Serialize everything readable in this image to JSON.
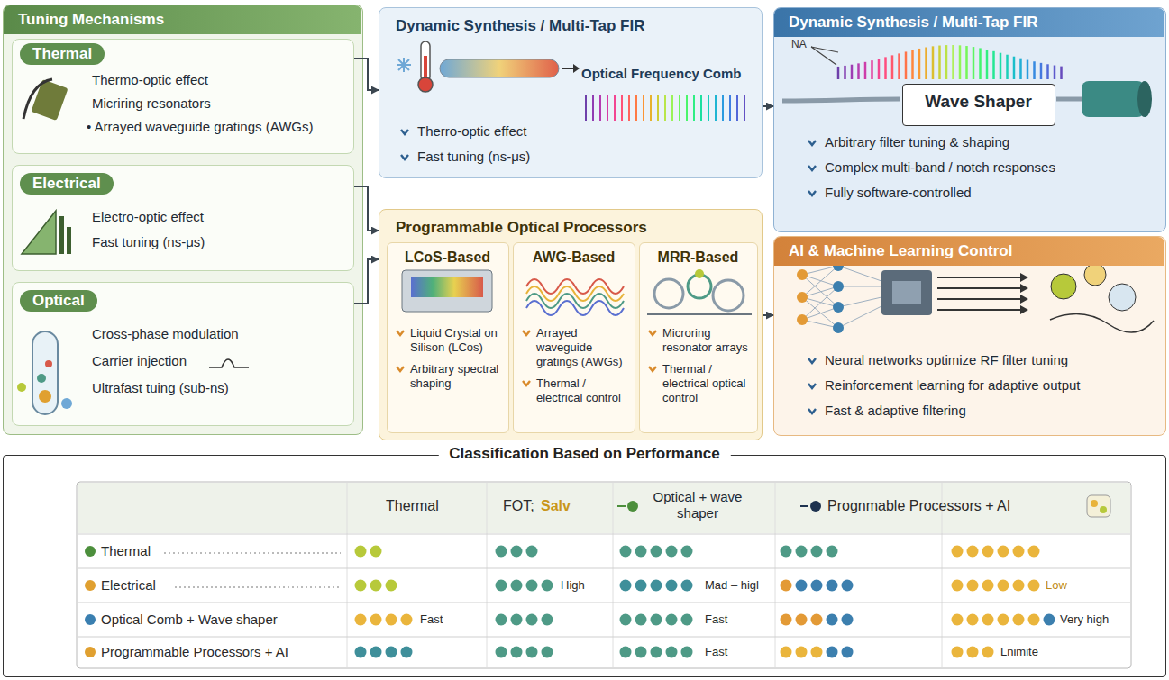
{
  "diagram": {
    "nodes": [
      {
        "text": [
          "Tuning Mechanisms"
        ]
      },
      {
        "text": [
          "Thermal",
          "Thermo-optic effect",
          "Micriring resonators",
          "• Arrayed waveguide gratings (AWGs)"
        ],
        "in": 0
      },
      {
        "text": [
          "Electrical",
          "Electro-optic effect",
          "Fast tuning (ns-μs)"
        ],
        "in": 0
      },
      {
        "text": [
          "Optical",
          "Cross-phase modulation",
          "Carrier injection",
          "Ultrafast tuing (sub-ns)"
        ],
        "in": 0
      },
      {
        "text": [
          "Dynamic Synthesis / Multi-Tap FIR",
          "Optical Frequency Comb",
          "Therro-optic effect",
          "Fast tuning (ns-μs)"
        ]
      },
      {
        "text": [
          "Dynamic Synthesis / Multi-Tap FIR",
          "Arbitrary filter tuning & shaping",
          "Complex multi-band / notch responses",
          "Fully software-controlled"
        ]
      },
      {
        "text": [
          "Wave Shaper"
        ],
        "in": 5
      },
      {
        "text": [
          "Programmable Optical Processors"
        ]
      },
      {
        "text": [
          "LCoS-Based",
          "Liquid Crystal on Silison (LCos)",
          "Arbitrary spectral shaping"
        ],
        "in": 7
      },
      {
        "text": [
          "AWG-Based",
          "Arrayed waveguide gratings (AWGs)",
          "Thermal / electrical control"
        ],
        "in": 7
      },
      {
        "text": [
          "MRR-Based",
          "Microring resonator arrays",
          "Thermal / electrical optical control"
        ],
        "in": 7
      },
      {
        "text": [
          "AI & Machine Learning Control",
          "Neural networks optimize RF filter tuning",
          "Reinforcement learning for adaptive output",
          "Fast & adaptive filtering"
        ]
      },
      {
        "text": [
          "Classification Based on Performance"
        ]
      }
    ],
    "edges": [
      {
        "from": 1,
        "to": 4,
        "arrow": "to"
      },
      {
        "from": 2,
        "to": 7,
        "arrow": "to"
      },
      {
        "from": 3,
        "to": 7,
        "arrow": "to"
      },
      {
        "from": 4,
        "to": 5,
        "arrow": "to"
      },
      {
        "from": 7,
        "to": 11,
        "arrow": "to"
      }
    ],
    "labels": [
      "NA",
      "Thermal",
      "FOT;",
      "Salv",
      "Optical + wave shaper",
      "Prognmable Processors + AI",
      "Thermal",
      "Electrical",
      "Optical Comb + Wave shaper",
      "Programmable Processors + AI",
      "High",
      "Mad – higl",
      "Low",
      "Fast",
      "Fast",
      "Very high",
      "Fast",
      "Lnimite"
    ]
  }
}
